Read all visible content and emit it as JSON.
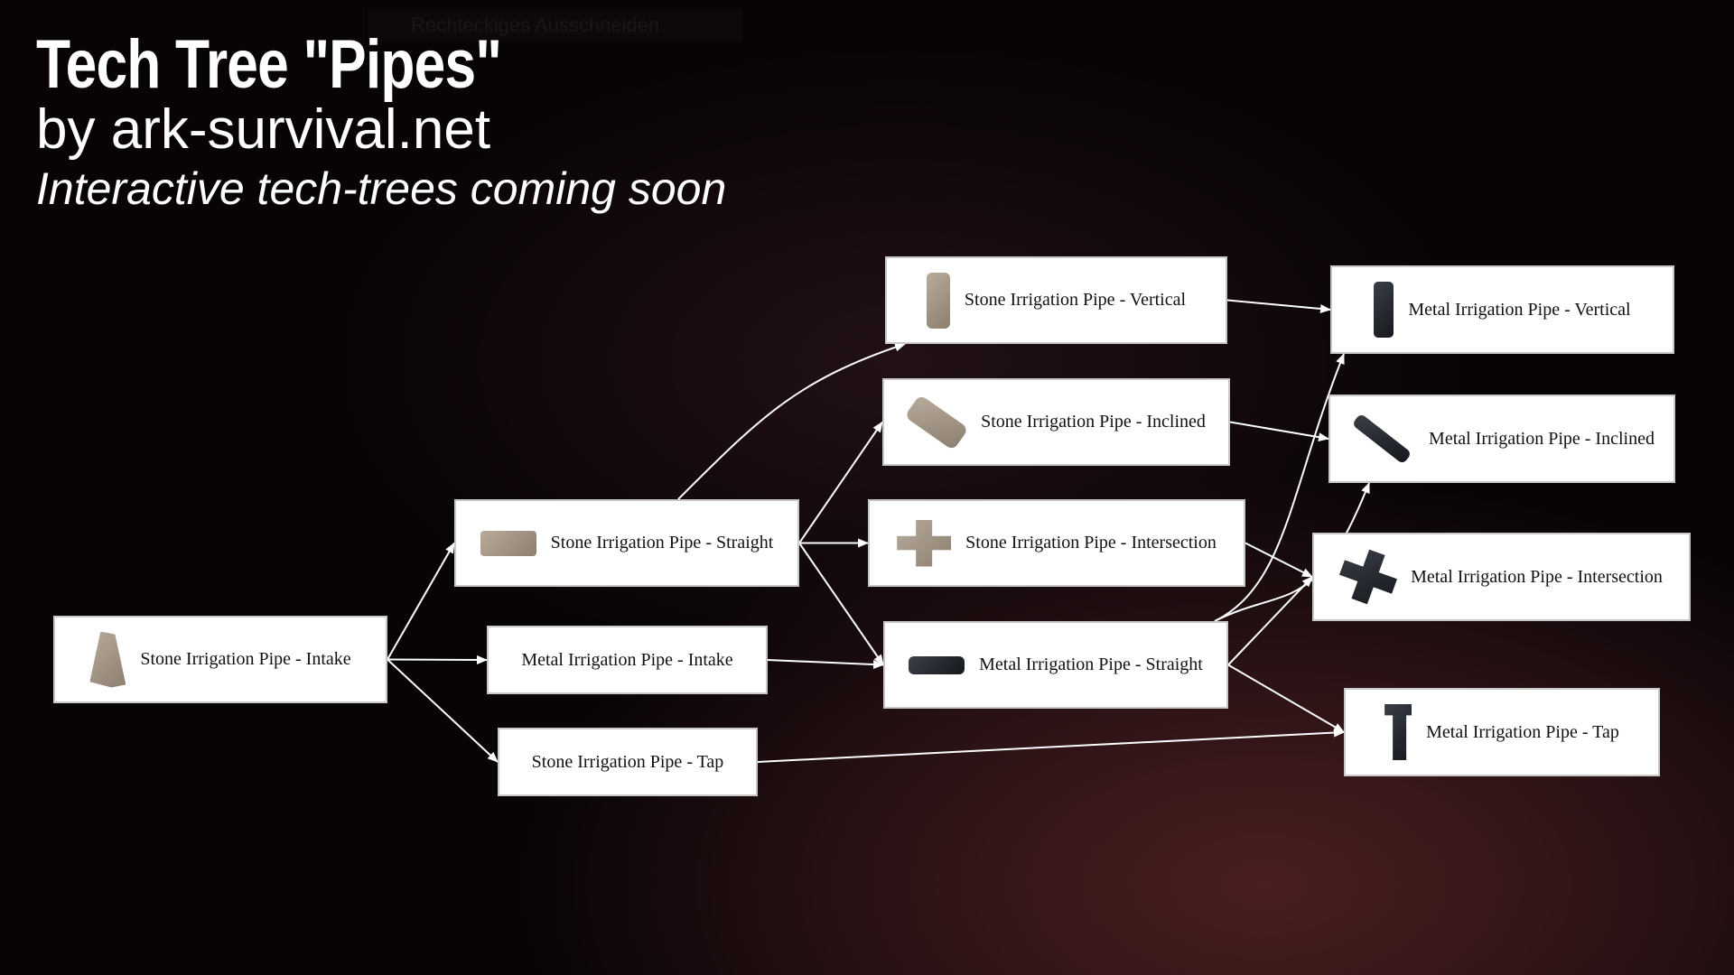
{
  "overlay_label": "Rechteckiges Ausschneiden",
  "header": {
    "title": "Tech Tree \"Pipes\"",
    "byline": "by ark-survival.net",
    "tagline": "Interactive tech-trees coming soon"
  },
  "nodes": [
    {
      "id": "stone-intake",
      "label": "Stone Irrigation Pipe - Intake",
      "icon": "stone-intake-icon"
    },
    {
      "id": "stone-straight",
      "label": "Stone Irrigation Pipe - Straight",
      "icon": "stone-straight-icon"
    },
    {
      "id": "metal-intake",
      "label": "Metal Irrigation Pipe -  Intake",
      "icon": ""
    },
    {
      "id": "stone-tap",
      "label": "Stone Irrigation Pipe - Tap",
      "icon": ""
    },
    {
      "id": "stone-vertical",
      "label": "Stone Irrigation Pipe - Vertical",
      "icon": "stone-vertical-icon"
    },
    {
      "id": "stone-inclined",
      "label": "Stone Irrigation Pipe - Inclined",
      "icon": "stone-inclined-icon"
    },
    {
      "id": "stone-intersection",
      "label": "Stone Irrigation Pipe - Intersection",
      "icon": "stone-intersection-icon"
    },
    {
      "id": "metal-straight",
      "label": "Metal Irrigation Pipe - Straight",
      "icon": "metal-straight-icon"
    },
    {
      "id": "metal-vertical",
      "label": "Metal Irrigation Pipe - Vertical",
      "icon": "metal-vertical-icon"
    },
    {
      "id": "metal-inclined",
      "label": "Metal Irrigation Pipe - Inclined",
      "icon": "metal-inclined-icon"
    },
    {
      "id": "metal-intersection",
      "label": "Metal Irrigation Pipe - Intersection",
      "icon": "metal-intersection-icon"
    },
    {
      "id": "metal-tap",
      "label": "Metal Irrigation Pipe - Tap",
      "icon": "metal-tap-icon"
    }
  ],
  "edges": [
    [
      "stone-intake",
      "stone-straight"
    ],
    [
      "stone-intake",
      "metal-intake"
    ],
    [
      "stone-intake",
      "stone-tap"
    ],
    [
      "stone-straight",
      "stone-vertical"
    ],
    [
      "stone-straight",
      "stone-inclined"
    ],
    [
      "stone-straight",
      "stone-intersection"
    ],
    [
      "stone-straight",
      "metal-straight"
    ],
    [
      "metal-intake",
      "metal-straight"
    ],
    [
      "stone-vertical",
      "metal-vertical"
    ],
    [
      "stone-inclined",
      "metal-inclined"
    ],
    [
      "stone-intersection",
      "metal-intersection"
    ],
    [
      "metal-straight",
      "metal-vertical"
    ],
    [
      "metal-straight",
      "metal-inclined"
    ],
    [
      "metal-straight",
      "metal-intersection"
    ],
    [
      "metal-straight",
      "metal-tap"
    ],
    [
      "stone-tap",
      "metal-tap"
    ]
  ],
  "colors": {
    "edge": "#ffffff",
    "node_bg": "#ffffff"
  }
}
